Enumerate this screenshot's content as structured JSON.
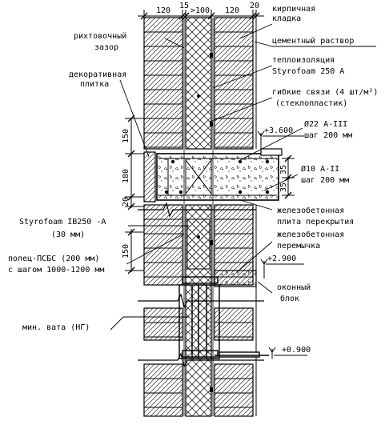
{
  "dimensions": {
    "top": [
      "120",
      "15",
      ">100",
      "120",
      "20"
    ],
    "left": [
      "150",
      "180",
      "20",
      "150"
    ],
    "right": [
      "35",
      "35"
    ]
  },
  "labels": {
    "brick_masonry": [
      "кирпичная",
      "кладка"
    ],
    "cement_mortar": "цементный раствор",
    "insulation": [
      "теплоизоляция",
      "Styrofoam 250 A"
    ],
    "flex_ties": [
      "гибкие связи (4 шт/м²)",
      "(стеклопластик)"
    ],
    "rebar_1": [
      "Ø22 A-III",
      "шаг 200 мм"
    ],
    "rebar_2": [
      "Ø10 A-II",
      "шаг 200 мм"
    ],
    "slab": [
      "железобетонная",
      "плита перекрытия"
    ],
    "lintel": [
      "железобетонная",
      "перемычка"
    ],
    "window": [
      "оконный",
      "блок"
    ],
    "rubble_gap": [
      "рихтовочный",
      "зазор"
    ],
    "decor_tile": [
      "декоративная",
      "плитка"
    ],
    "styrofoam_ib": [
      "Styrofoam IB250 -А",
      "(30 мм)"
    ],
    "shelf": [
      "полец-ПСБС (200 мм)",
      "с шагом 1000-1200 мм"
    ],
    "mineral_wool": "мин. вата (НГ)"
  },
  "levels": [
    "+3.600",
    "+2.900",
    "+0.900"
  ]
}
